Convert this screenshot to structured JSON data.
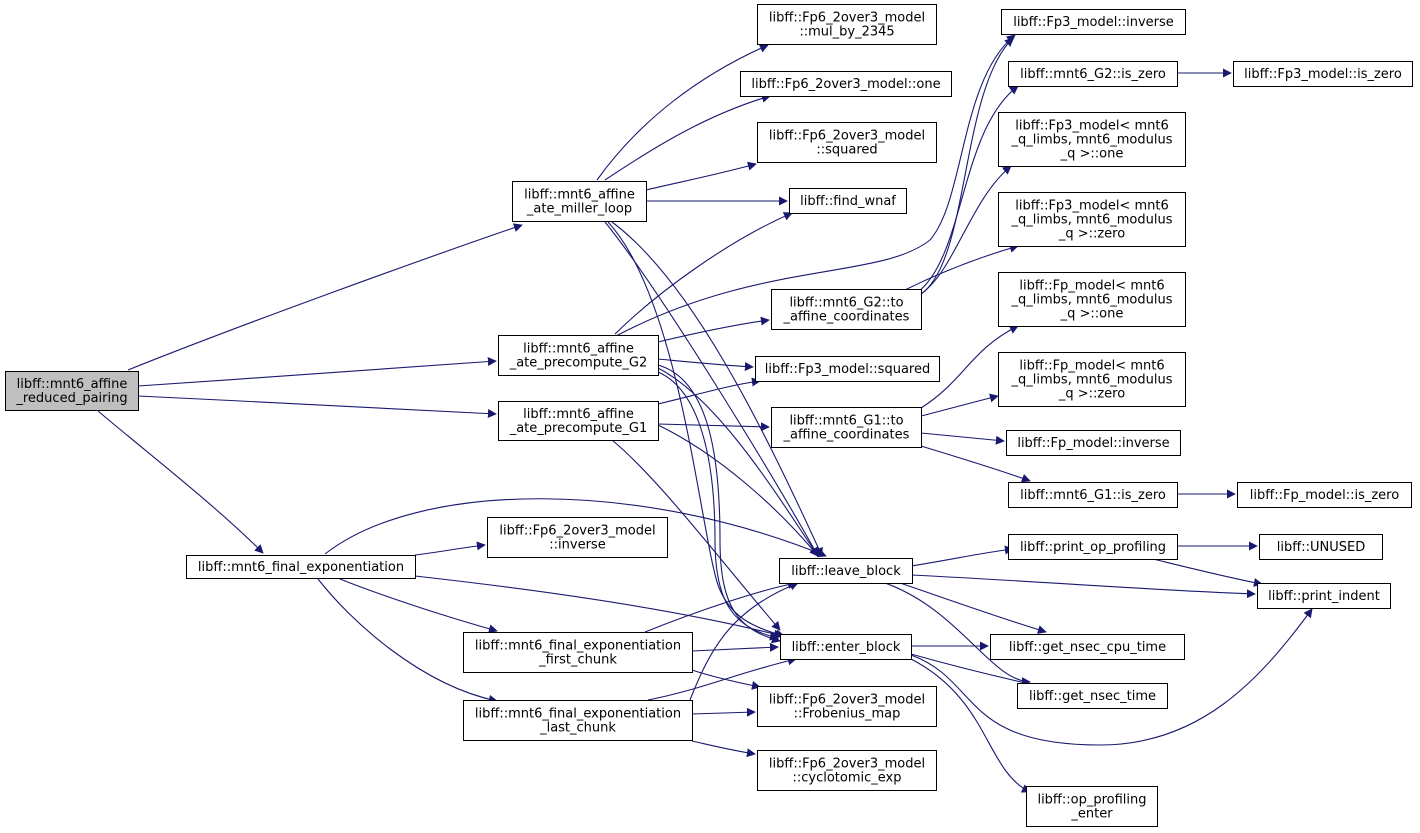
{
  "colors": {
    "edge": "#191970",
    "node_border": "#000000",
    "node_fill": "#ffffff",
    "root_fill": "#bfbfbf"
  },
  "nodes": {
    "root": {
      "lines": [
        "libff::mnt6_affine",
        "_reduced_pairing"
      ]
    },
    "miller_loop": {
      "lines": [
        "libff::mnt6_affine",
        "_ate_miller_loop"
      ]
    },
    "precompute_g2": {
      "lines": [
        "libff::mnt6_affine",
        "_ate_precompute_G2"
      ]
    },
    "precompute_g1": {
      "lines": [
        "libff::mnt6_affine",
        "_ate_precompute_G1"
      ]
    },
    "final_exp": {
      "lines": [
        "libff::mnt6_final_exponentiation"
      ]
    },
    "fp6_mul_2345": {
      "lines": [
        "libff::Fp6_2over3_model",
        "::mul_by_2345"
      ]
    },
    "fp6_one": {
      "lines": [
        "libff::Fp6_2over3_model::one"
      ]
    },
    "fp6_squared": {
      "lines": [
        "libff::Fp6_2over3_model",
        "::squared"
      ]
    },
    "find_wnaf": {
      "lines": [
        "libff::find_wnaf"
      ]
    },
    "g2_to_affine": {
      "lines": [
        "libff::mnt6_G2::to",
        "_affine_coordinates"
      ]
    },
    "fp3_squared": {
      "lines": [
        "libff::Fp3_model::squared"
      ]
    },
    "g1_to_affine": {
      "lines": [
        "libff::mnt6_G1::to",
        "_affine_coordinates"
      ]
    },
    "fp6_inverse": {
      "lines": [
        "libff::Fp6_2over3_model",
        "::inverse"
      ]
    },
    "leave_block": {
      "lines": [
        "libff::leave_block"
      ]
    },
    "enter_block": {
      "lines": [
        "libff::enter_block"
      ]
    },
    "first_chunk": {
      "lines": [
        "libff::mnt6_final_exponentiation",
        "_first_chunk"
      ]
    },
    "last_chunk": {
      "lines": [
        "libff::mnt6_final_exponentiation",
        "_last_chunk"
      ]
    },
    "fp6_frobenius": {
      "lines": [
        "libff::Fp6_2over3_model",
        "::Frobenius_map"
      ]
    },
    "fp6_cyclotomic": {
      "lines": [
        "libff::Fp6_2over3_model",
        "::cyclotomic_exp"
      ]
    },
    "fp3_inverse": {
      "lines": [
        "libff::Fp3_model::inverse"
      ]
    },
    "g2_is_zero": {
      "lines": [
        "libff::mnt6_G2::is_zero"
      ]
    },
    "fp3_is_zero": {
      "lines": [
        "libff::Fp3_model::is_zero"
      ]
    },
    "fp3_one": {
      "lines": [
        "libff::Fp3_model< mnt6",
        "_q_limbs, mnt6_modulus",
        "_q >::one"
      ]
    },
    "fp3_zero": {
      "lines": [
        "libff::Fp3_model< mnt6",
        "_q_limbs, mnt6_modulus",
        "_q >::zero"
      ]
    },
    "fp_one": {
      "lines": [
        "libff::Fp_model< mnt6",
        "_q_limbs, mnt6_modulus",
        "_q >::one"
      ]
    },
    "fp_zero": {
      "lines": [
        "libff::Fp_model< mnt6",
        "_q_limbs, mnt6_modulus",
        "_q >::zero"
      ]
    },
    "fp_inverse": {
      "lines": [
        "libff::Fp_model::inverse"
      ]
    },
    "g1_is_zero": {
      "lines": [
        "libff::mnt6_G1::is_zero"
      ]
    },
    "fp_is_zero": {
      "lines": [
        "libff::Fp_model::is_zero"
      ]
    },
    "print_op_profiling": {
      "lines": [
        "libff::print_op_profiling"
      ]
    },
    "unused": {
      "lines": [
        "libff::UNUSED"
      ]
    },
    "print_indent": {
      "lines": [
        "libff::print_indent"
      ]
    },
    "get_nsec_cpu_time": {
      "lines": [
        "libff::get_nsec_cpu_time"
      ]
    },
    "get_nsec_time": {
      "lines": [
        "libff::get_nsec_time"
      ]
    },
    "op_profiling_enter": {
      "lines": [
        "libff::op_profiling",
        "_enter"
      ]
    }
  }
}
